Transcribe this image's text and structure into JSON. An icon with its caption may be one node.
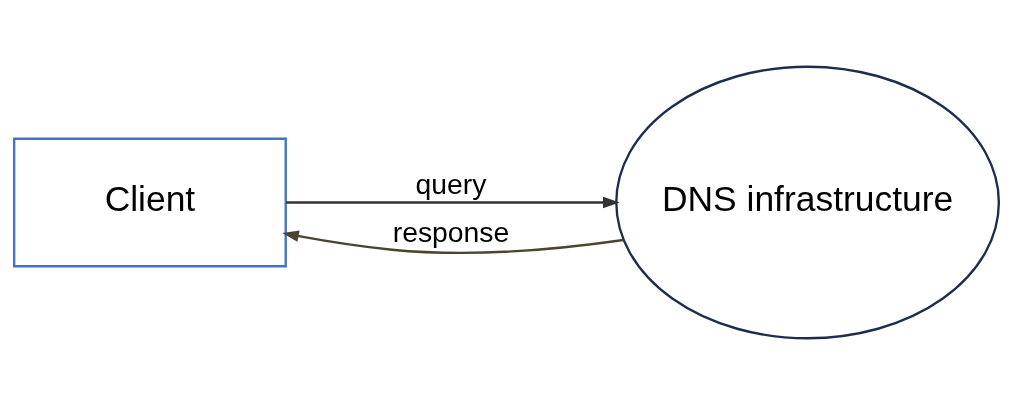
{
  "diagram": {
    "nodes": [
      {
        "text": [
          "Client"
        ]
      },
      {
        "text": [
          "DNS infrastructure"
        ]
      }
    ],
    "edges": [
      {
        "from": 0,
        "to": 1,
        "arrow": "to",
        "label": "query",
        "color": "#333333"
      },
      {
        "from": 1,
        "to": 0,
        "arrow": "to",
        "label": "response",
        "color": "#4a4530"
      }
    ]
  }
}
